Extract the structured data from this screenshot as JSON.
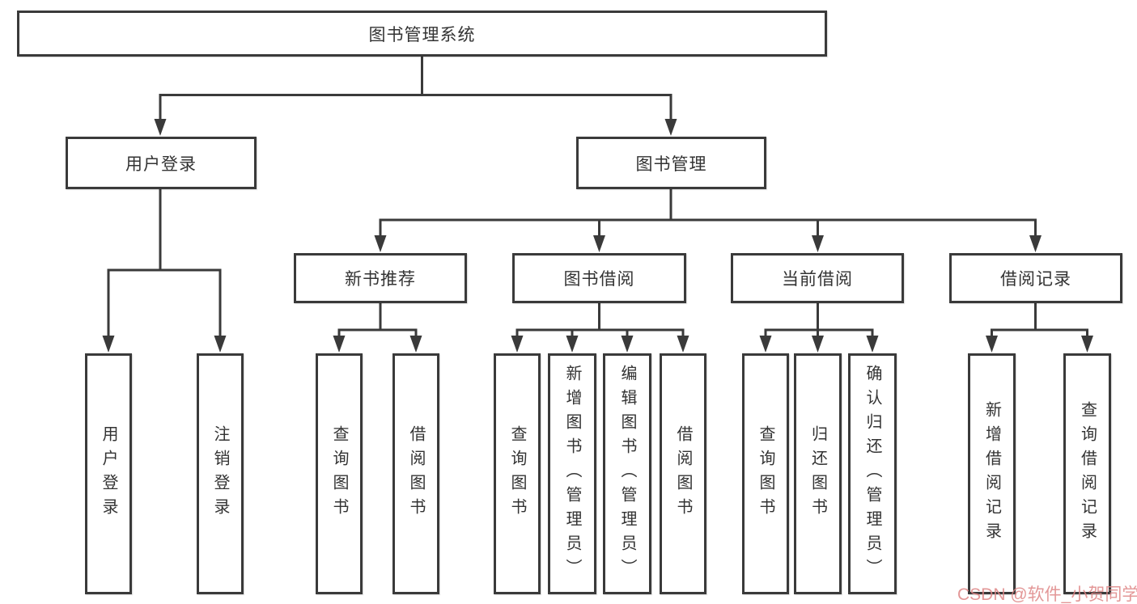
{
  "root": {
    "label": "图书管理系统"
  },
  "level2": [
    {
      "id": "user-login",
      "label": "用户登录"
    },
    {
      "id": "book-management",
      "label": "图书管理"
    }
  ],
  "level3": [
    {
      "id": "new-book-recommend",
      "label": "新书推荐"
    },
    {
      "id": "book-borrow",
      "label": "图书借阅"
    },
    {
      "id": "current-borrow",
      "label": "当前借阅"
    },
    {
      "id": "borrow-records",
      "label": "借阅记录"
    }
  ],
  "leaves": [
    {
      "id": "user-login-leaf",
      "parent": "user-login",
      "label": "用户登录"
    },
    {
      "id": "logout",
      "parent": "user-login",
      "label": "注销登录"
    },
    {
      "id": "query-books-recommend",
      "parent": "new-book-recommend",
      "label": "查询图书"
    },
    {
      "id": "borrow-books-recommend",
      "parent": "new-book-recommend",
      "label": "借阅图书"
    },
    {
      "id": "query-books-borrow",
      "parent": "book-borrow",
      "label": "查询图书"
    },
    {
      "id": "add-books-admin",
      "parent": "book-borrow",
      "label": "新增图书（管理员）"
    },
    {
      "id": "edit-books-admin",
      "parent": "book-borrow",
      "label": "编辑图书（管理员）"
    },
    {
      "id": "borrow-books",
      "parent": "book-borrow",
      "label": "借阅图书"
    },
    {
      "id": "query-books-current",
      "parent": "current-borrow",
      "label": "查询图书"
    },
    {
      "id": "return-books",
      "parent": "current-borrow",
      "label": "归还图书"
    },
    {
      "id": "confirm-return-admin",
      "parent": "current-borrow",
      "label": "确认归还（管理员）"
    },
    {
      "id": "add-borrow-record",
      "parent": "borrow-records",
      "label": "新增借阅记录"
    },
    {
      "id": "query-borrow-record",
      "parent": "borrow-records",
      "label": "查询借阅记录"
    }
  ],
  "watermark": {
    "text": "CSDN @软件_小贺同学",
    "color": "rgba(222,133,133,0.85)"
  },
  "colors": {
    "line": "#3a3a3a",
    "box_border": "#3a3a3a",
    "text": "#333333",
    "background": "#ffffff"
  }
}
